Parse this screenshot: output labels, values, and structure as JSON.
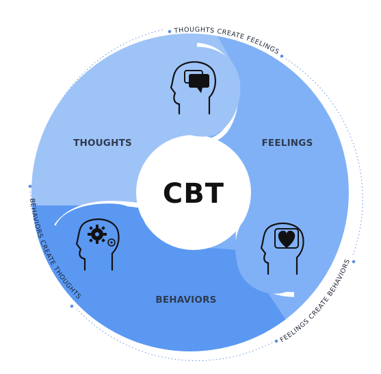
{
  "center": {
    "label": "CBT"
  },
  "segments": {
    "thoughts": {
      "label": "THOUGHTS",
      "color": "#9ec3f7"
    },
    "feelings": {
      "label": "FEELINGS",
      "color": "#80b1f6"
    },
    "behaviors": {
      "label": "BEHAVIORS",
      "color": "#5b98f2"
    }
  },
  "cycle": {
    "top": "THOUGHTS CREATE FEELINGS",
    "right": "FEELINGS CREATE BEHAVIORS",
    "left": "BEHAVIORS CREATE THOUGHTS"
  },
  "icons": [
    "speech-bubble-head-icon",
    "heart-head-icon",
    "gears-head-icon"
  ],
  "colors": {
    "outer_ring": "#3f86f0",
    "dots": "#5b8fe0"
  }
}
